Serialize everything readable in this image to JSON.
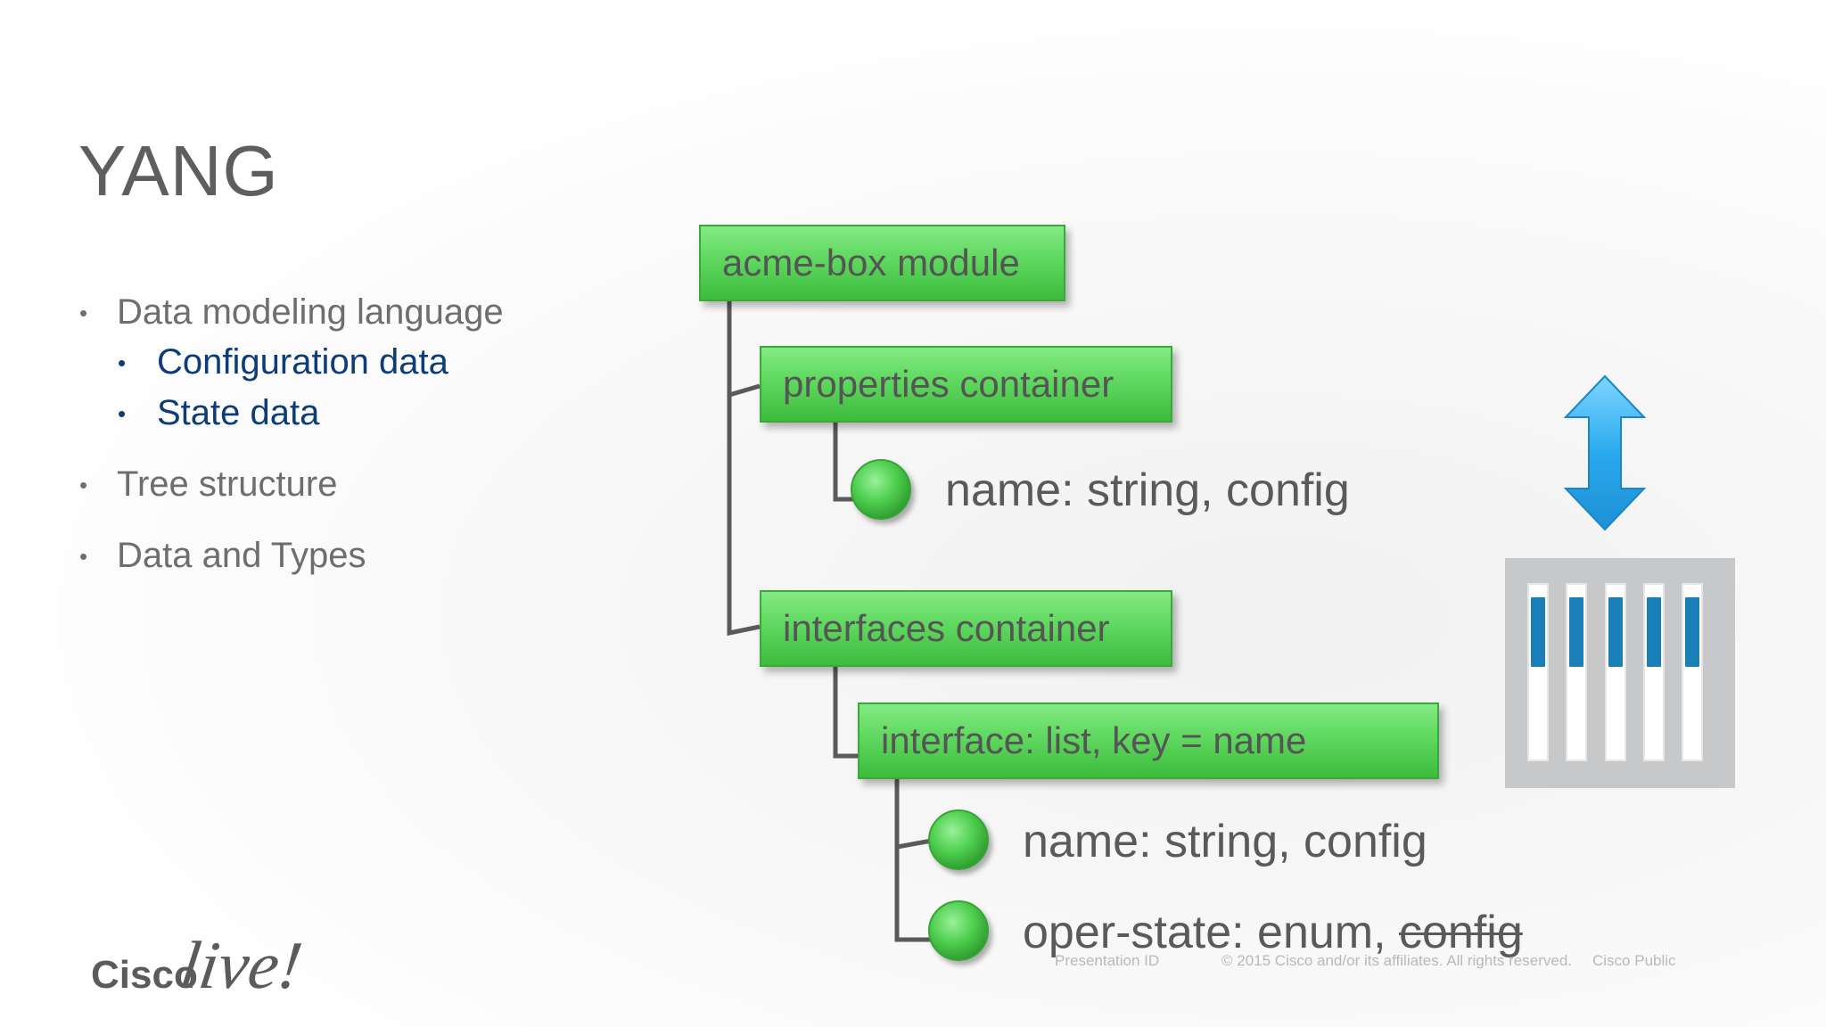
{
  "slide": {
    "title": "YANG",
    "bullets": {
      "data_modeling": "Data modeling language",
      "configuration_data": "Configuration data",
      "state_data": "State data",
      "tree_structure": "Tree structure",
      "data_and_types": "Data and Types"
    },
    "bullet_glyph": "•"
  },
  "tree": {
    "module": "acme-box module",
    "properties": "properties container",
    "properties_leaf": "name: string, config",
    "interfaces": "interfaces container",
    "interface_list": "interface: list, key = name",
    "name_leaf": "name: string, config",
    "oper_state_prefix": "oper-state: enum,",
    "oper_state_struck": "config"
  },
  "colors": {
    "node_green": "#5fd85f",
    "bullet_blue": "#0c3d78",
    "arrow_blue": "#2aa9ee",
    "led_blue": "#1a7fb8"
  },
  "icons": {
    "arrow": "double-vertical-arrow-icon",
    "device": "server-rack-icon"
  },
  "logo": {
    "cisco": "Cisco",
    "live": "live!"
  },
  "footer": {
    "presentation_id": "Presentation ID",
    "copyright": "© 2015  Cisco and/or its affiliates. All rights reserved.",
    "classification": "Cisco Public"
  }
}
